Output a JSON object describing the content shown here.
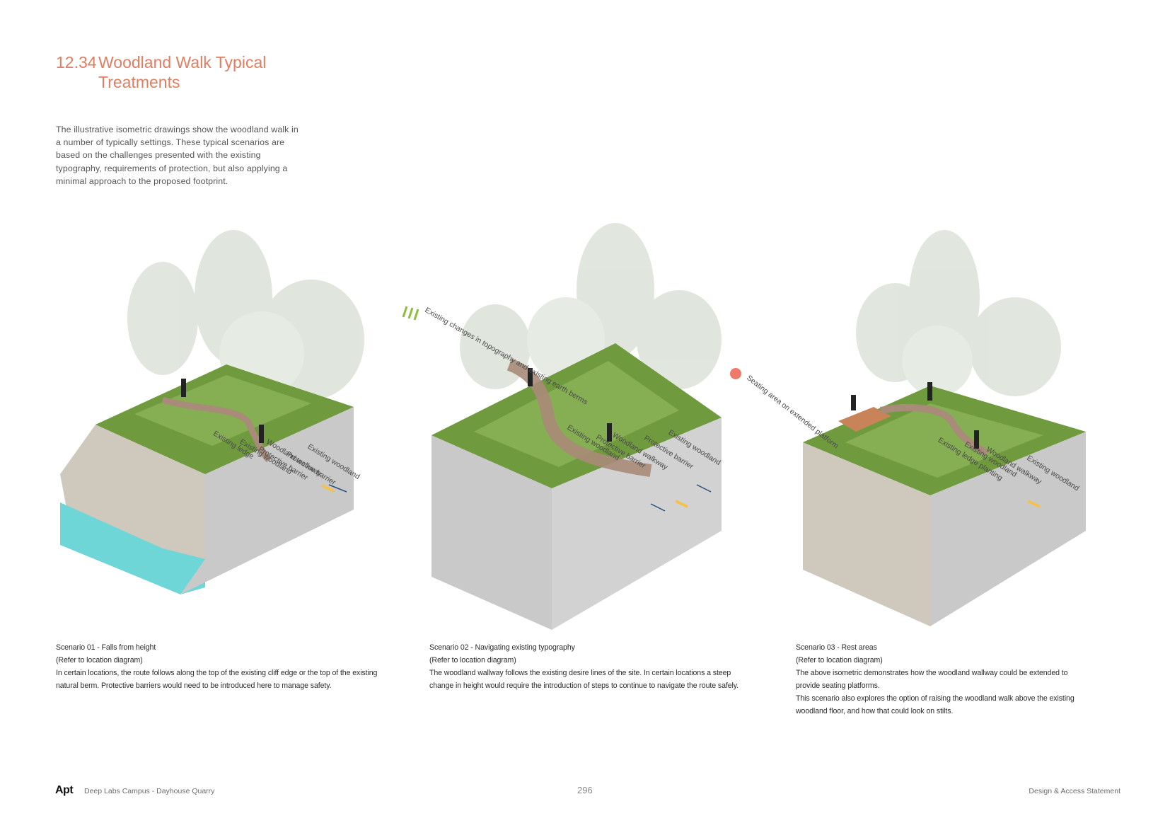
{
  "header": {
    "section_number": "12.34",
    "title_line1": "Woodland Walk Typical",
    "title_line2": "Treatments"
  },
  "intro": "The illustrative isometric drawings show the woodland walk in a number of typically settings. These typical scenarios are based on the challenges presented with the existing typography, requirements of protection, but also applying a minimal approach to the proposed footprint.",
  "colors": {
    "accent": "#de7f63",
    "barrier_line": "#2a4f7a",
    "walkway_marker": "#f2c14e",
    "vegetation": "#6f9a3e",
    "water": "#5fd3d6",
    "earth": "#c9c9c9",
    "seating_marker": "#f07a6a",
    "topography_marker": "#8dbf3c"
  },
  "scenarios": [
    {
      "title": "Scenario 01 - Falls from height",
      "ref": "(Refer to location diagram)",
      "body": "In certain locations, the route follows along the top of the existing cliff edge or the top of the existing natural berm. Protective barriers would need to be introduced here to manage safety.",
      "labels": [
        "Existing woodland",
        "Protective barrier",
        "Woodland walkway",
        "Protective barrier",
        "Existing woodland",
        "Existing ledge"
      ]
    },
    {
      "title": "Scenario 02 - Navigating existing typography",
      "ref": "(Refer to location diagram)",
      "body": "The woodland wallway follows the existing desire lines of the site. In certain locations a steep change in height would require the introduction of steps to continue to navigate the route safely.",
      "labels": [
        "Existing woodland",
        "Protective barrier",
        "Woodland walkway",
        "Protective barrier",
        "Existing woodland",
        "Existing changes in topography and existing earth berms"
      ]
    },
    {
      "title": "Scenario 03 - Rest areas",
      "ref": "(Refer to location diagram)",
      "body1": "The above isometric demonstrates how the woodland wallway could be extended to provide seating platforms.",
      "body2": "This scenario also explores the option of raising the woodland walk above the existing woodland floor, and how that could look on stilts.",
      "labels": [
        "Existing woodland",
        "Woodland walkway",
        "Existing woodland",
        "Existing ledge planting",
        "Seating area on extended platform"
      ]
    }
  ],
  "footer": {
    "logo": "Apt",
    "project": "Deep Labs Campus - Dayhouse Quarry",
    "page_number": "296",
    "document": "Design & Access Statement"
  }
}
